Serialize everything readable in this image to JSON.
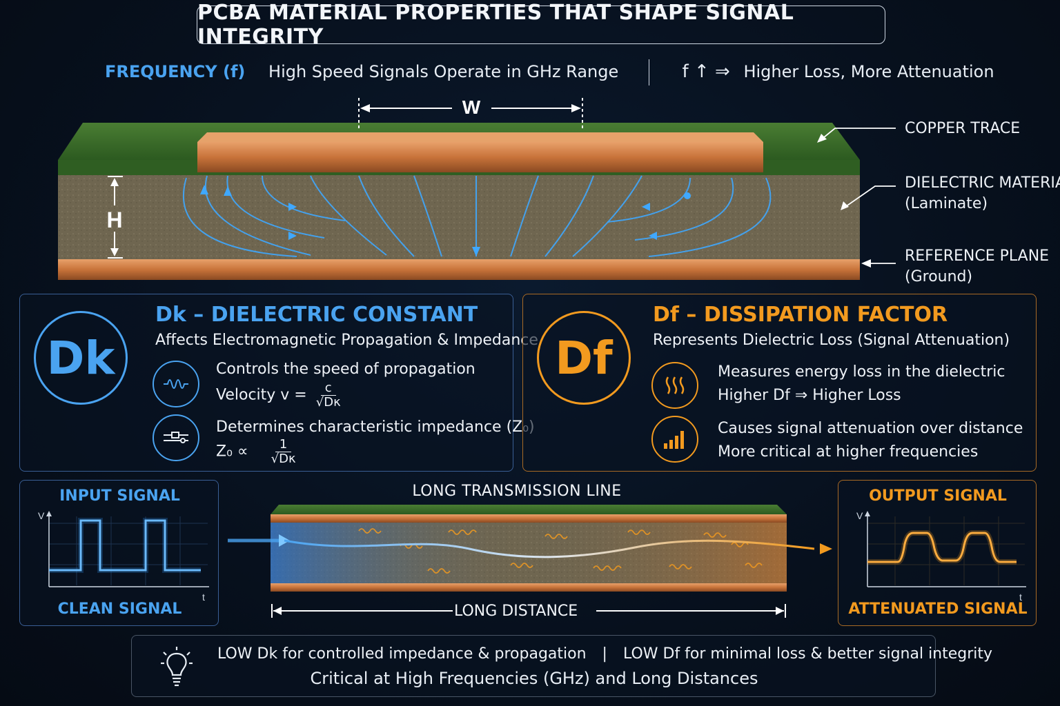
{
  "title": "PCBA MATERIAL PROPERTIES THAT SHAPE SIGNAL INTEGRITY",
  "frequency": {
    "key": "FREQUENCY (f)",
    "description": "High Speed Signals Operate in GHz Range",
    "effect_symbol": "f ↑ ⇒",
    "effect": "Higher Loss, More Attenuation"
  },
  "cross_section": {
    "width_label": "W",
    "height_label": "H",
    "copper_trace": "COPPER TRACE",
    "dielectric": [
      "DIELECTRIC MATERIAL",
      "(Laminate)"
    ],
    "reference": [
      "REFERENCE PLANE",
      "(Ground)"
    ]
  },
  "dk_panel": {
    "badge": "Dk",
    "heading": "Dk – DIELECTRIC CONSTANT",
    "subtitle": "Affects Electromagnetic Propagation & Impedance",
    "item1_line1": "Controls the speed of propagation",
    "item1_formula_lhs": "Velocity   v  =",
    "item1_num": "c",
    "item1_den": "√Dκ",
    "item2_line1": "Determines characteristic impedance (Z₀)",
    "item2_formula_lhs": "Z₀  ∝",
    "item2_num": "1",
    "item2_den": "√Dκ",
    "icon1": "wave-icon",
    "icon2": "impedance-icon"
  },
  "df_panel": {
    "badge": "Df",
    "heading": "Df – DISSIPATION FACTOR",
    "subtitle": "Represents Dielectric Loss (Signal Attenuation)",
    "item1_line1": "Measures energy loss in the dielectric",
    "item1_line2": "Higher Df   ⇒   Higher Loss",
    "item2_line1": "Causes signal attenuation over distance",
    "item2_line2": "More critical at higher frequencies",
    "icon1": "heat-icon",
    "icon2": "signal-bars-icon"
  },
  "input_signal": {
    "title": "INPUT SIGNAL",
    "caption": "CLEAN SIGNAL",
    "v_axis": "V",
    "t_axis": "t"
  },
  "transmission": {
    "title": "LONG TRANSMISSION LINE",
    "distance": "LONG DISTANCE"
  },
  "output_signal": {
    "title": "OUTPUT SIGNAL",
    "caption": "ATTENUATED SIGNAL",
    "v_axis": "V",
    "t_axis": "t"
  },
  "summary": {
    "line1_left": "LOW Dk for controlled impedance & propagation",
    "line1_right": "LOW Df for minimal loss & better signal integrity",
    "line2": "Critical at High Frequencies (GHz) and Long Distances",
    "icon": "lightbulb-icon"
  },
  "colors": {
    "blue": "#4aa3f0",
    "orange": "#f29a1f",
    "copper": "#c8733a",
    "green": "#3d6e2c"
  }
}
